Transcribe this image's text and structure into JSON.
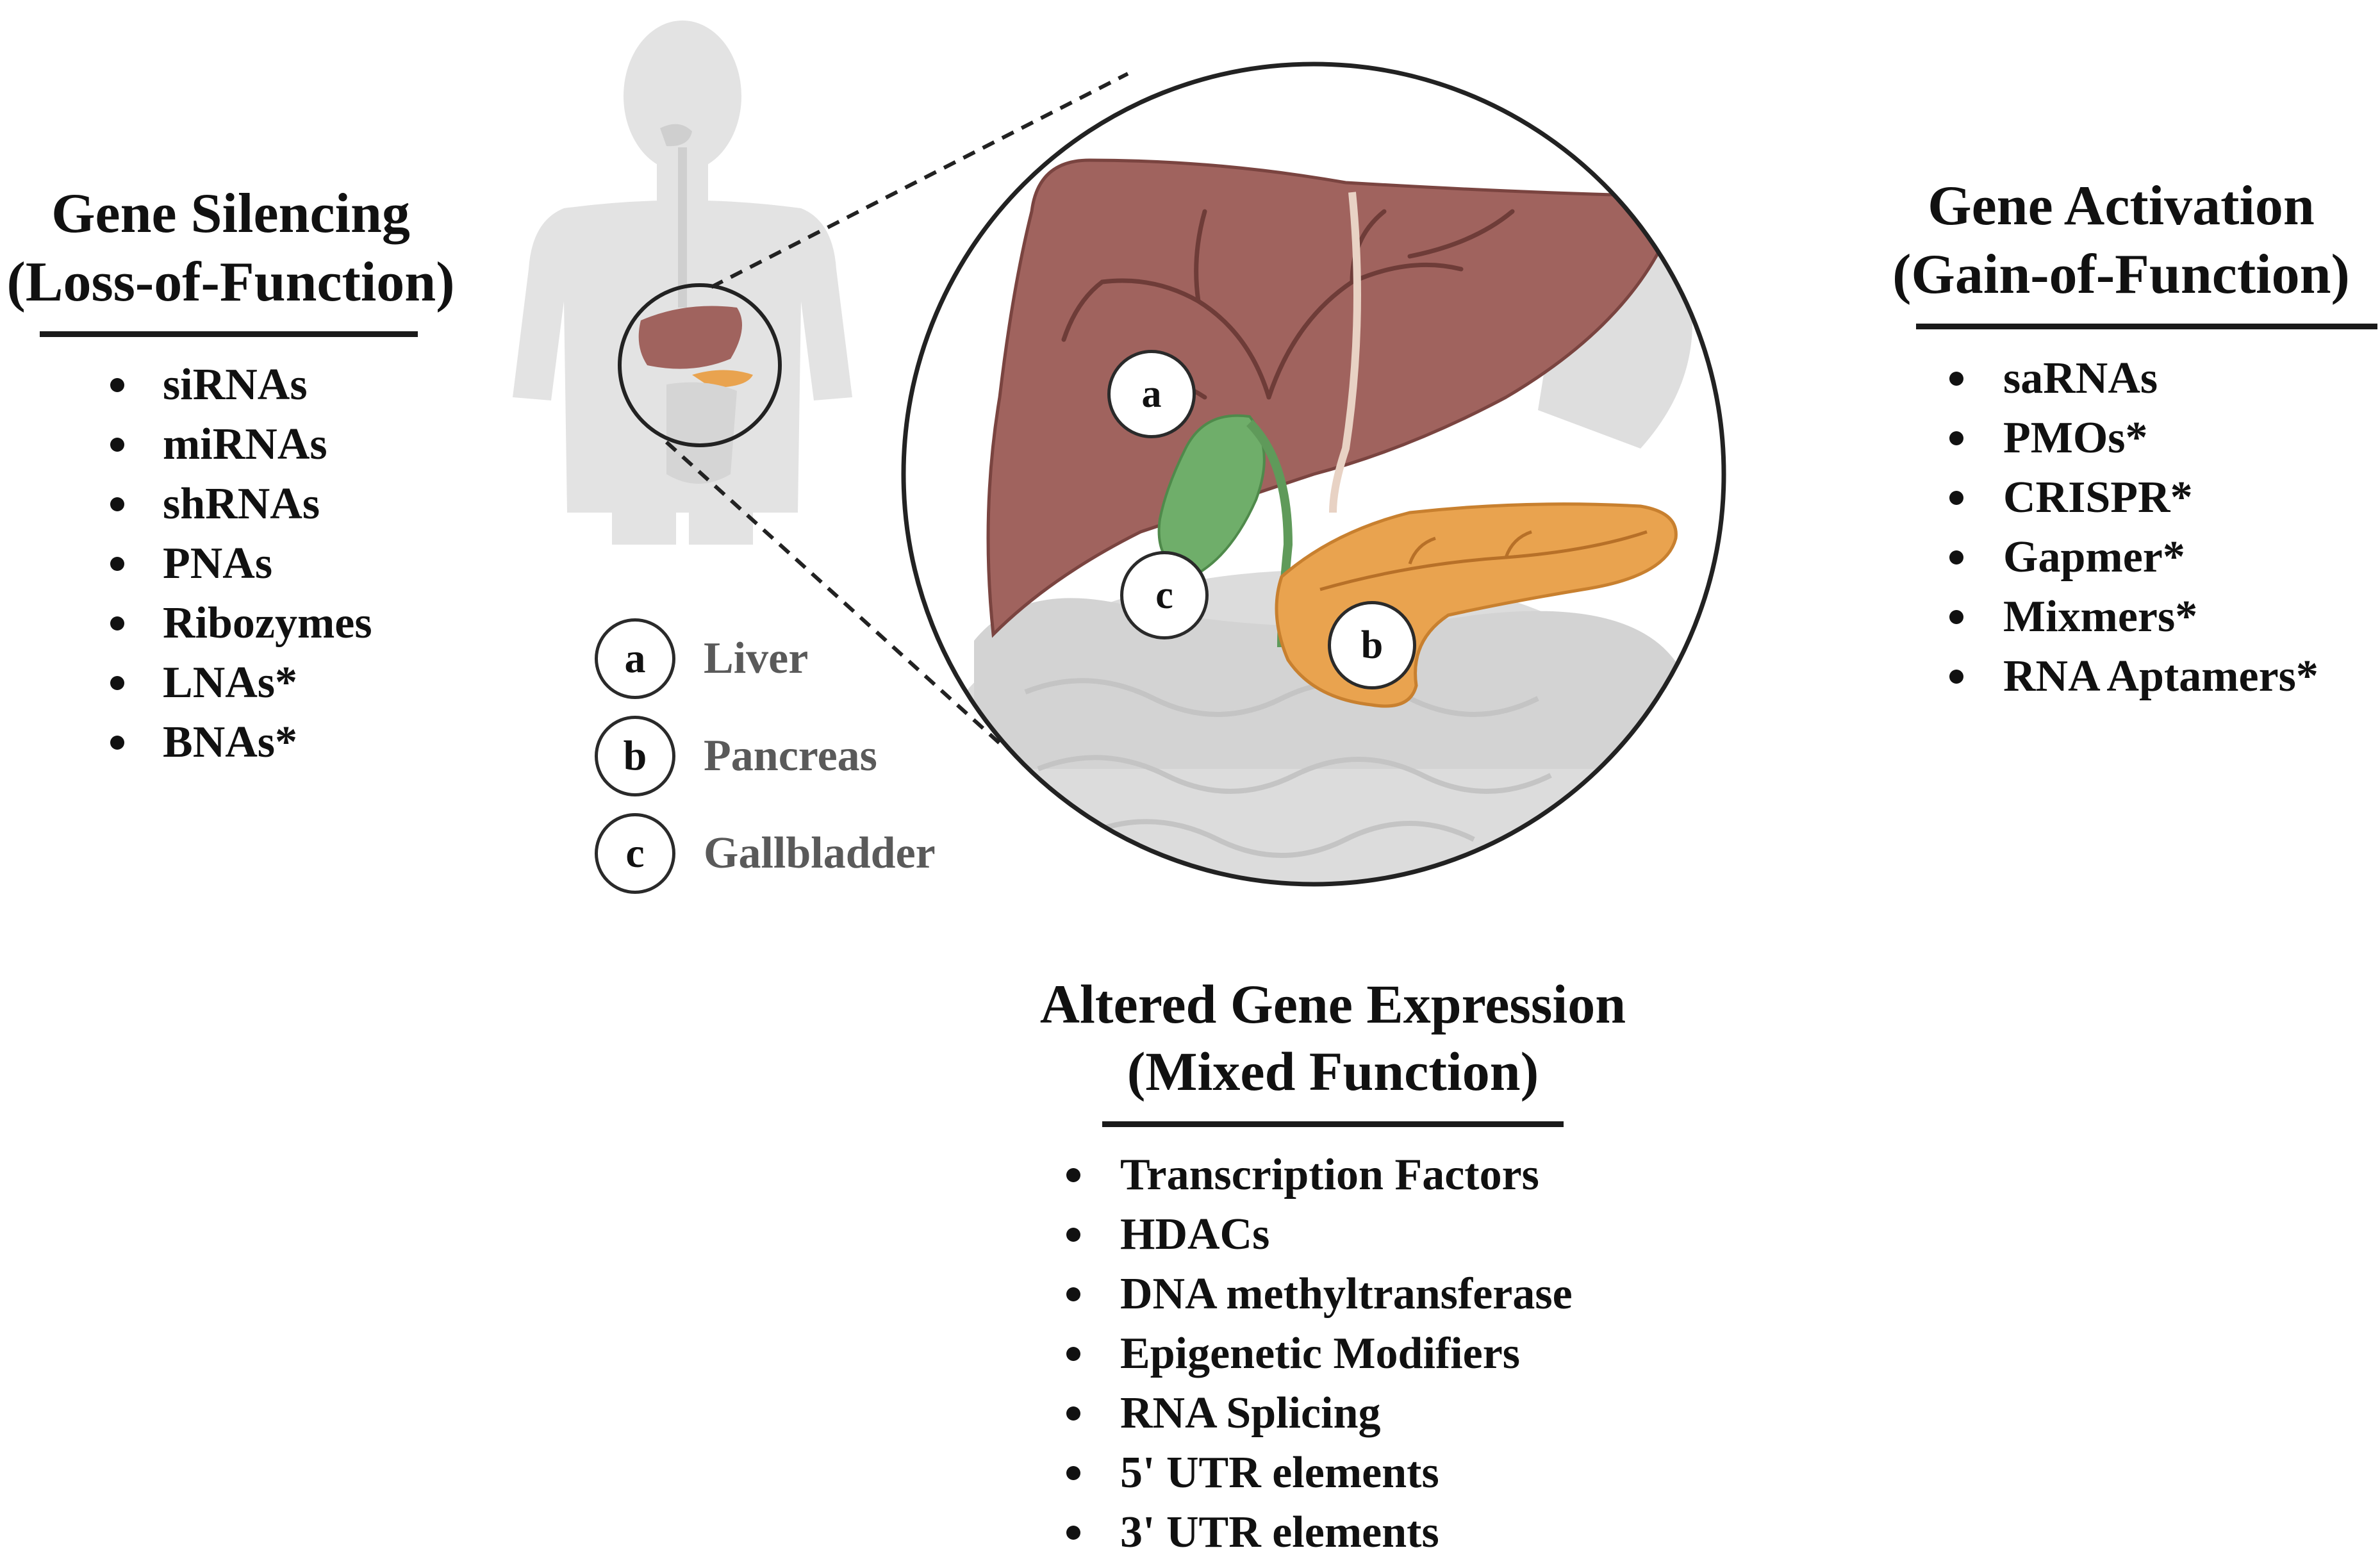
{
  "colors": {
    "liver": "#a0635e",
    "liver_edge": "#7a4440",
    "pancreas": "#e9a34f",
    "gallbladder": "#6fae6a",
    "body_silhouette": "#e3e3e3",
    "intestine": "#d9d9d9"
  },
  "gene_silencing": {
    "title_line1": "Gene Silencing",
    "title_line2": "(Loss-of-Function)",
    "items": [
      "siRNAs",
      "miRNAs",
      "shRNAs",
      "PNAs",
      "Ribozymes",
      "LNAs*",
      "BNAs*"
    ]
  },
  "gene_activation": {
    "title_line1": "Gene Activation",
    "title_line2": "(Gain-of-Function)",
    "items": [
      "saRNAs",
      "PMOs*",
      "CRISPR*",
      "Gapmer*",
      "Mixmers*",
      "RNA Aptamers*"
    ]
  },
  "altered_expression": {
    "title_line1": "Altered Gene Expression",
    "title_line2": "(Mixed Function)",
    "items": [
      "Transcription Factors",
      "HDACs",
      "DNA methyltransferase",
      "Epigenetic Modifiers",
      "RNA Splicing",
      "5' UTR elements",
      "3' UTR elements"
    ]
  },
  "legend": [
    {
      "key": "a",
      "label": "Liver"
    },
    {
      "key": "b",
      "label": "Pancreas"
    },
    {
      "key": "c",
      "label": "Gallbladder"
    }
  ],
  "organ_markers": {
    "liver": "a",
    "pancreas": "b",
    "gallbladder": "c"
  }
}
